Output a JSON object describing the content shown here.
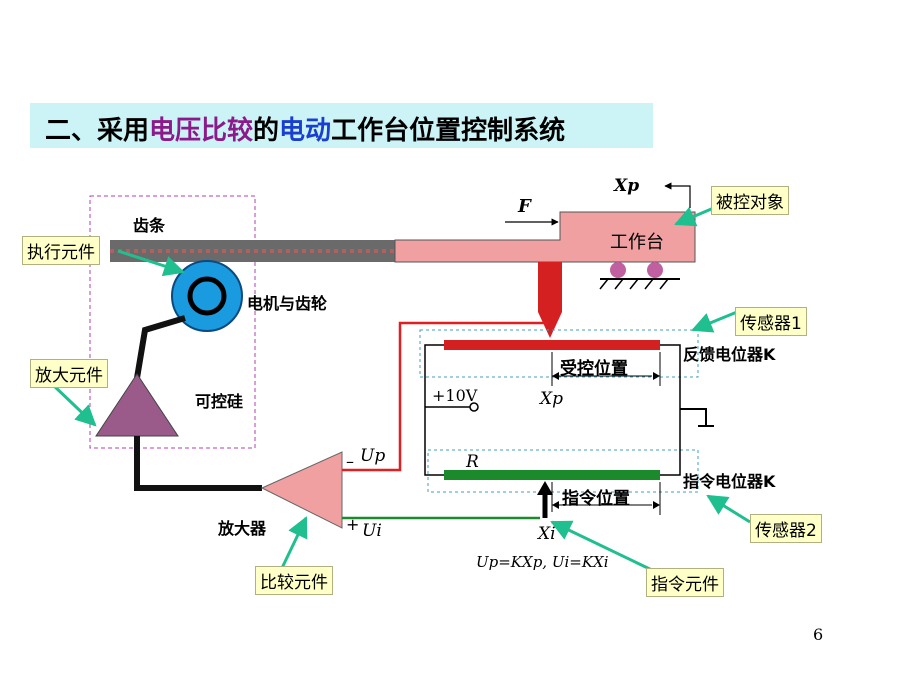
{
  "title": {
    "prefix": "二、采用",
    "highlight1": "电压比较",
    "middle": "的",
    "highlight2": "电动",
    "suffix": "工作台位置控制系统",
    "band_color": "#ccf4f7",
    "highlight1_color": "#8b1a8b",
    "highlight2_color": "#1a3fd0"
  },
  "callouts": {
    "controlled_object": "被控对象",
    "actuator": "执行元件",
    "amplifier_element": "放大元件",
    "sensor1": "传感器1",
    "sensor2": "传感器2",
    "comparator": "比较元件",
    "command_element": "指令元件"
  },
  "labels": {
    "rack": "齿条",
    "motor_and_gear": "电机与齿轮",
    "thyristor": "可控硅",
    "amplifier": "放大器",
    "worktable": "工作台",
    "force": "F",
    "xp_top": "Xp",
    "feedback_pot": "反馈电位器K",
    "command_pot": "指令电位器K",
    "controlled_position": "受控位置",
    "command_position": "指令位置",
    "voltage_source": "+10V",
    "resistance": "R",
    "xp_mid": "Xp",
    "xi": "Xi",
    "up_minus": "–",
    "up": "Up",
    "ui_plus": "+",
    "ui": "Ui",
    "equation": "Up=KXp, Ui=KXi"
  },
  "page_number": "6",
  "colors": {
    "callout_bg": "#ffffc8",
    "arrow": "#1fbf8f",
    "workpiece": "#f0a0a0",
    "feedback_wire": "#e02020",
    "command_wire": "#1a8a2a",
    "motor": "#1a9adf",
    "thyristor": "#9a5a8a",
    "amplifier": "#f0a0a0",
    "dashed_box": "#b040b0"
  }
}
